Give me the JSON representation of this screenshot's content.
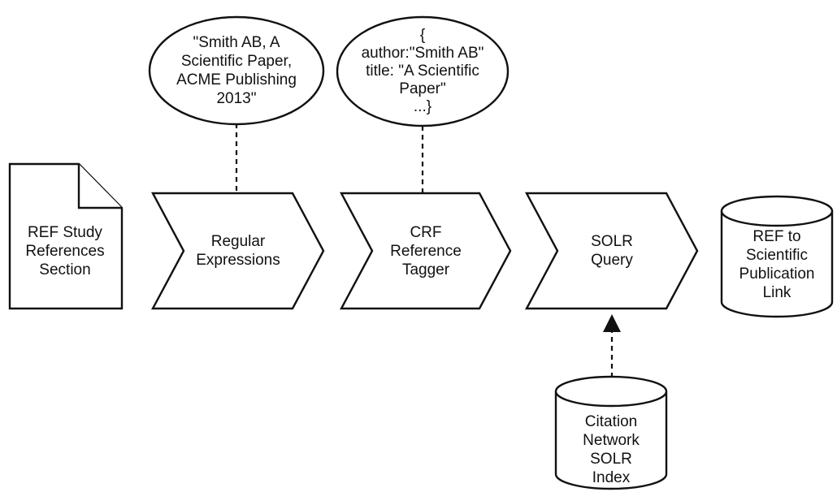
{
  "nodes": {
    "ref_study_doc": {
      "label": "REF Study\nReferences\nSection"
    },
    "regex_step": {
      "label": "Regular\nExpressions"
    },
    "crf_step": {
      "label": "CRF\nReference\nTagger"
    },
    "solr_step": {
      "label": "SOLR\nQuery"
    },
    "ref_link_db": {
      "label": "REF to\nScientific\nPublication\nLink"
    },
    "citation_index_db": {
      "label": "Citation\nNetwork\nSOLR\nIndex"
    },
    "raw_string_bubble": {
      "label": "\"Smith AB, A\nScientific Paper,\nACME Publishing\n2013\""
    },
    "parsed_bubble": {
      "label": "{\nauthor:\"Smith AB\"\ntitle: \"A Scientific\nPaper\"\n...}"
    }
  },
  "edges": [
    {
      "from": "raw_string_bubble",
      "to": "regex_step",
      "style": "dashed"
    },
    {
      "from": "parsed_bubble",
      "to": "crf_step",
      "style": "dashed"
    },
    {
      "from": "citation_index_db",
      "to": "solr_step",
      "style": "dashed-arrow"
    }
  ]
}
